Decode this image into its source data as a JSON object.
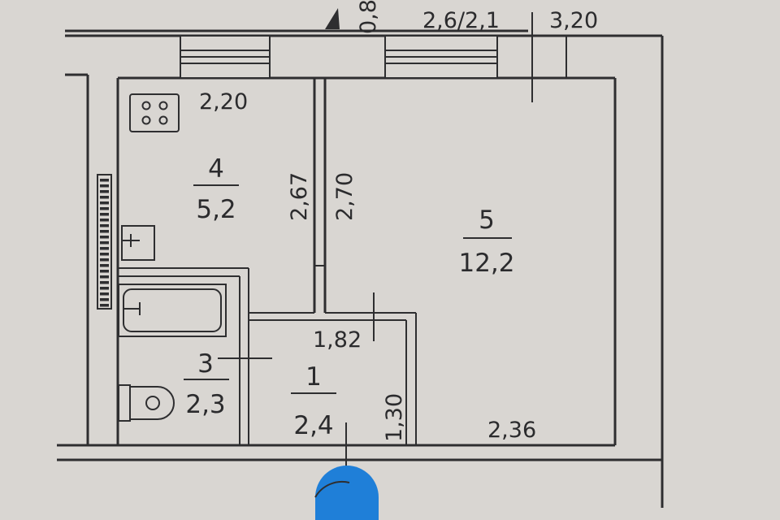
{
  "colors": {
    "paper": "#d9d6d2",
    "ink": "#2e2e30",
    "marker": "#1f7fd8"
  },
  "dimensions": {
    "top_partial": "0,8",
    "top_window": "2,6/2,1",
    "top_right": "3,20",
    "kitchen_width": "2,20",
    "kitchen_length": "2,67",
    "room_length": "2,70",
    "hall_width": "1,82",
    "hall_length": "1,30",
    "room_bottom": "2,36"
  },
  "rooms": [
    {
      "number": "4",
      "area": "5,2"
    },
    {
      "number": "5",
      "area": "12,2"
    },
    {
      "number": "3",
      "area": "2,3"
    },
    {
      "number": "1",
      "area": "2,4"
    }
  ],
  "icons": [
    "stove-icon",
    "sink-icon",
    "bathtub-icon",
    "toilet-icon",
    "radiator-icon",
    "location-marker-icon"
  ]
}
